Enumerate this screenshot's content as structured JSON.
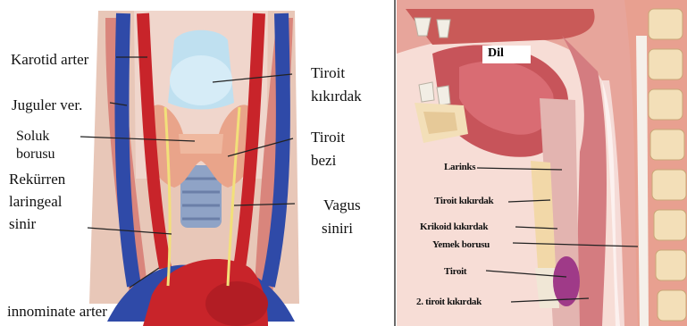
{
  "left": {
    "labels": {
      "carotid_artery": "Karotid arter",
      "jugular_vein": "Juguler ver.",
      "trachea_1": "Soluk",
      "trachea_2": "borusu",
      "recurrent_1": "Rekürren",
      "recurrent_2": "laringeal",
      "recurrent_3": "sinir",
      "thyroid_cartilage_1": "Tiroit",
      "thyroid_cartilage_2": "kıkırdak",
      "thyroid_gland_1": "Tiroit",
      "thyroid_gland_2": "bezi",
      "vagus_1": "Vagus",
      "vagus_2": "siniri",
      "innominate": "innominate arter"
    }
  },
  "right": {
    "labels": {
      "tongue": "Dil",
      "larynx": "Larinks",
      "thyroid_cartilage": "Tiroit kıkırdak",
      "cricoid": "Krikoid kıkırdak",
      "esophagus": "Yemek borusu",
      "thyroid": "Tiroit",
      "second_cartilage": "2. tiroit kıkırdak"
    }
  },
  "colors": {
    "artery": "#c8242a",
    "vein": "#2f4aa8",
    "thyroid": "#e9a48a",
    "cartilage": "#bfe0f0",
    "tissue": "#d9857c",
    "bone": "#f3dfb8"
  }
}
